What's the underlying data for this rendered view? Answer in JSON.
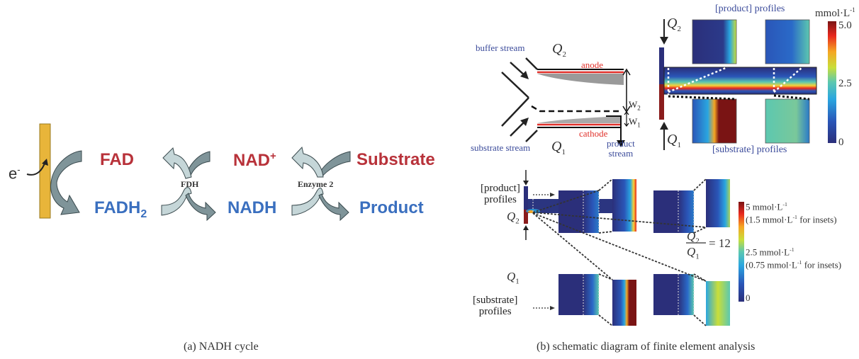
{
  "panel_a": {
    "electron_label": "e",
    "electron_sup": "-",
    "fad": "FAD",
    "fadh2_main": "FADH",
    "fadh2_sub": "2",
    "enzyme1": "FDH",
    "nad_main": "NAD",
    "nad_sup": "+",
    "nadh": "NADH",
    "enzyme2": "Enzyme 2",
    "substrate": "Substrate",
    "product": "Product",
    "caption": "(a) NADH cycle",
    "colors": {
      "oxidized": "#b8323a",
      "reduced": "#3a6fbf",
      "electrode": "#e8b53a"
    }
  },
  "panel_b": {
    "schematic": {
      "buffer_stream": "buffer stream",
      "substrate_stream": "substrate stream",
      "q2_main": "Q",
      "q2_sub": "2",
      "q1_main": "Q",
      "q1_sub": "1",
      "anode": "anode",
      "cathode": "cathode",
      "w2_main": "W",
      "w2_sub": "2",
      "w1_main": "W",
      "w1_sub": "1",
      "product_stream_line1": "product",
      "product_stream_line2": "stream"
    },
    "top_sim": {
      "product_profiles": "[product] profiles",
      "substrate_profiles": "[substrate] profiles",
      "q2_main": "Q",
      "q2_sub": "2",
      "q1_main": "Q",
      "q1_sub": "1",
      "colorbar_unit": "mmol·L",
      "colorbar_unit_sup": "-1",
      "colorbar_ticks": [
        "5.0",
        "2.5",
        "0"
      ]
    },
    "bottom_sim": {
      "product_label_line1": "[product]",
      "product_label_line2": "profiles",
      "substrate_label_line1": "[substrate]",
      "substrate_label_line2": "profiles",
      "q2_main": "Q",
      "q2_sub": "2",
      "q1_main": "Q",
      "q1_sub": "1",
      "ratio_num_main": "Q",
      "ratio_num_sub": "2",
      "ratio_den_main": "Q",
      "ratio_den_sub": "1",
      "ratio_value": "= 12",
      "colorbar_top_line1": "5 mmol·L",
      "colorbar_top_line2": "(1.5 mmol·L",
      "colorbar_top_line2_end": " for insets)",
      "colorbar_mid_line1": "2.5 mmol·L",
      "colorbar_mid_line2": "(0.75 mmol·L",
      "colorbar_mid_line2_end": " for insets)",
      "colorbar_bottom": "0",
      "unit_sup": "-1"
    },
    "caption": "(b) schematic diagram of finite element analysis",
    "colormap": [
      "#2b2f7a",
      "#2a56b8",
      "#2aa6e0",
      "#5cc8b0",
      "#c9de3a",
      "#f5a623",
      "#e8281e",
      "#7a1414"
    ]
  }
}
